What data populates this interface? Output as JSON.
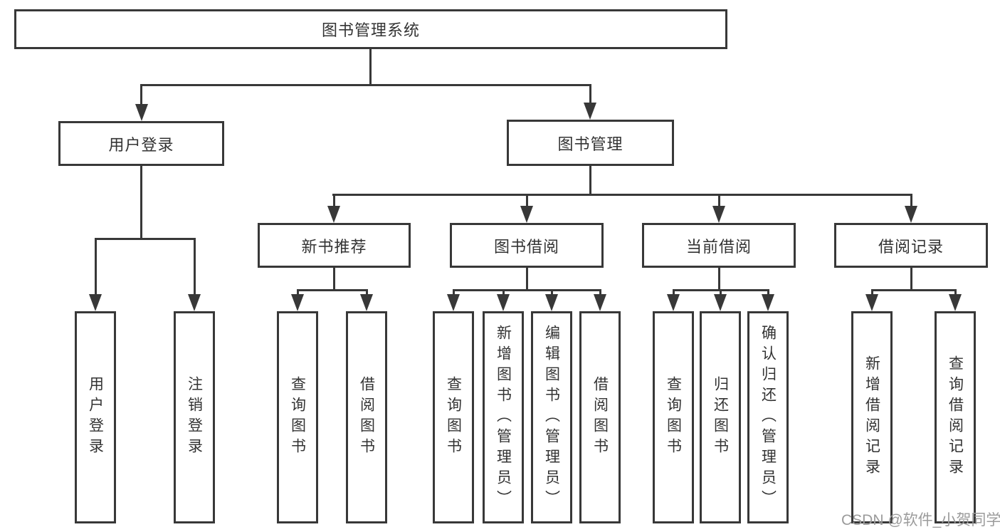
{
  "diagram_title": "图书管理系统",
  "nodes": {
    "root": "图书管理系统",
    "user_login": "用户登录",
    "book_mgmt": "图书管理",
    "new_book_rec": "新书推荐",
    "book_borrow": "图书借阅",
    "current_borrow": "当前借阅",
    "borrow_record": "借阅记录",
    "ul_login": "用户登录",
    "ul_logout": "注销登录",
    "nb_query": "查询图书",
    "nb_borrow": "借阅图书",
    "bb_query": "查询图书",
    "bb_add": "新增图书（管理员）",
    "bb_edit": "编辑图书（管理员）",
    "bb_borrow": "借阅图书",
    "cb_query": "查询图书",
    "cb_return": "归还图书",
    "cb_confirm": "确认归还（管理员）",
    "br_add": "新增借阅记录",
    "br_query": "查询借阅记录"
  },
  "watermark": "CSDN @软件_小贺同学",
  "colors": {
    "line": "#383838",
    "text": "#333333",
    "watermark": "#9b9b9b",
    "background": "#ffffff"
  }
}
